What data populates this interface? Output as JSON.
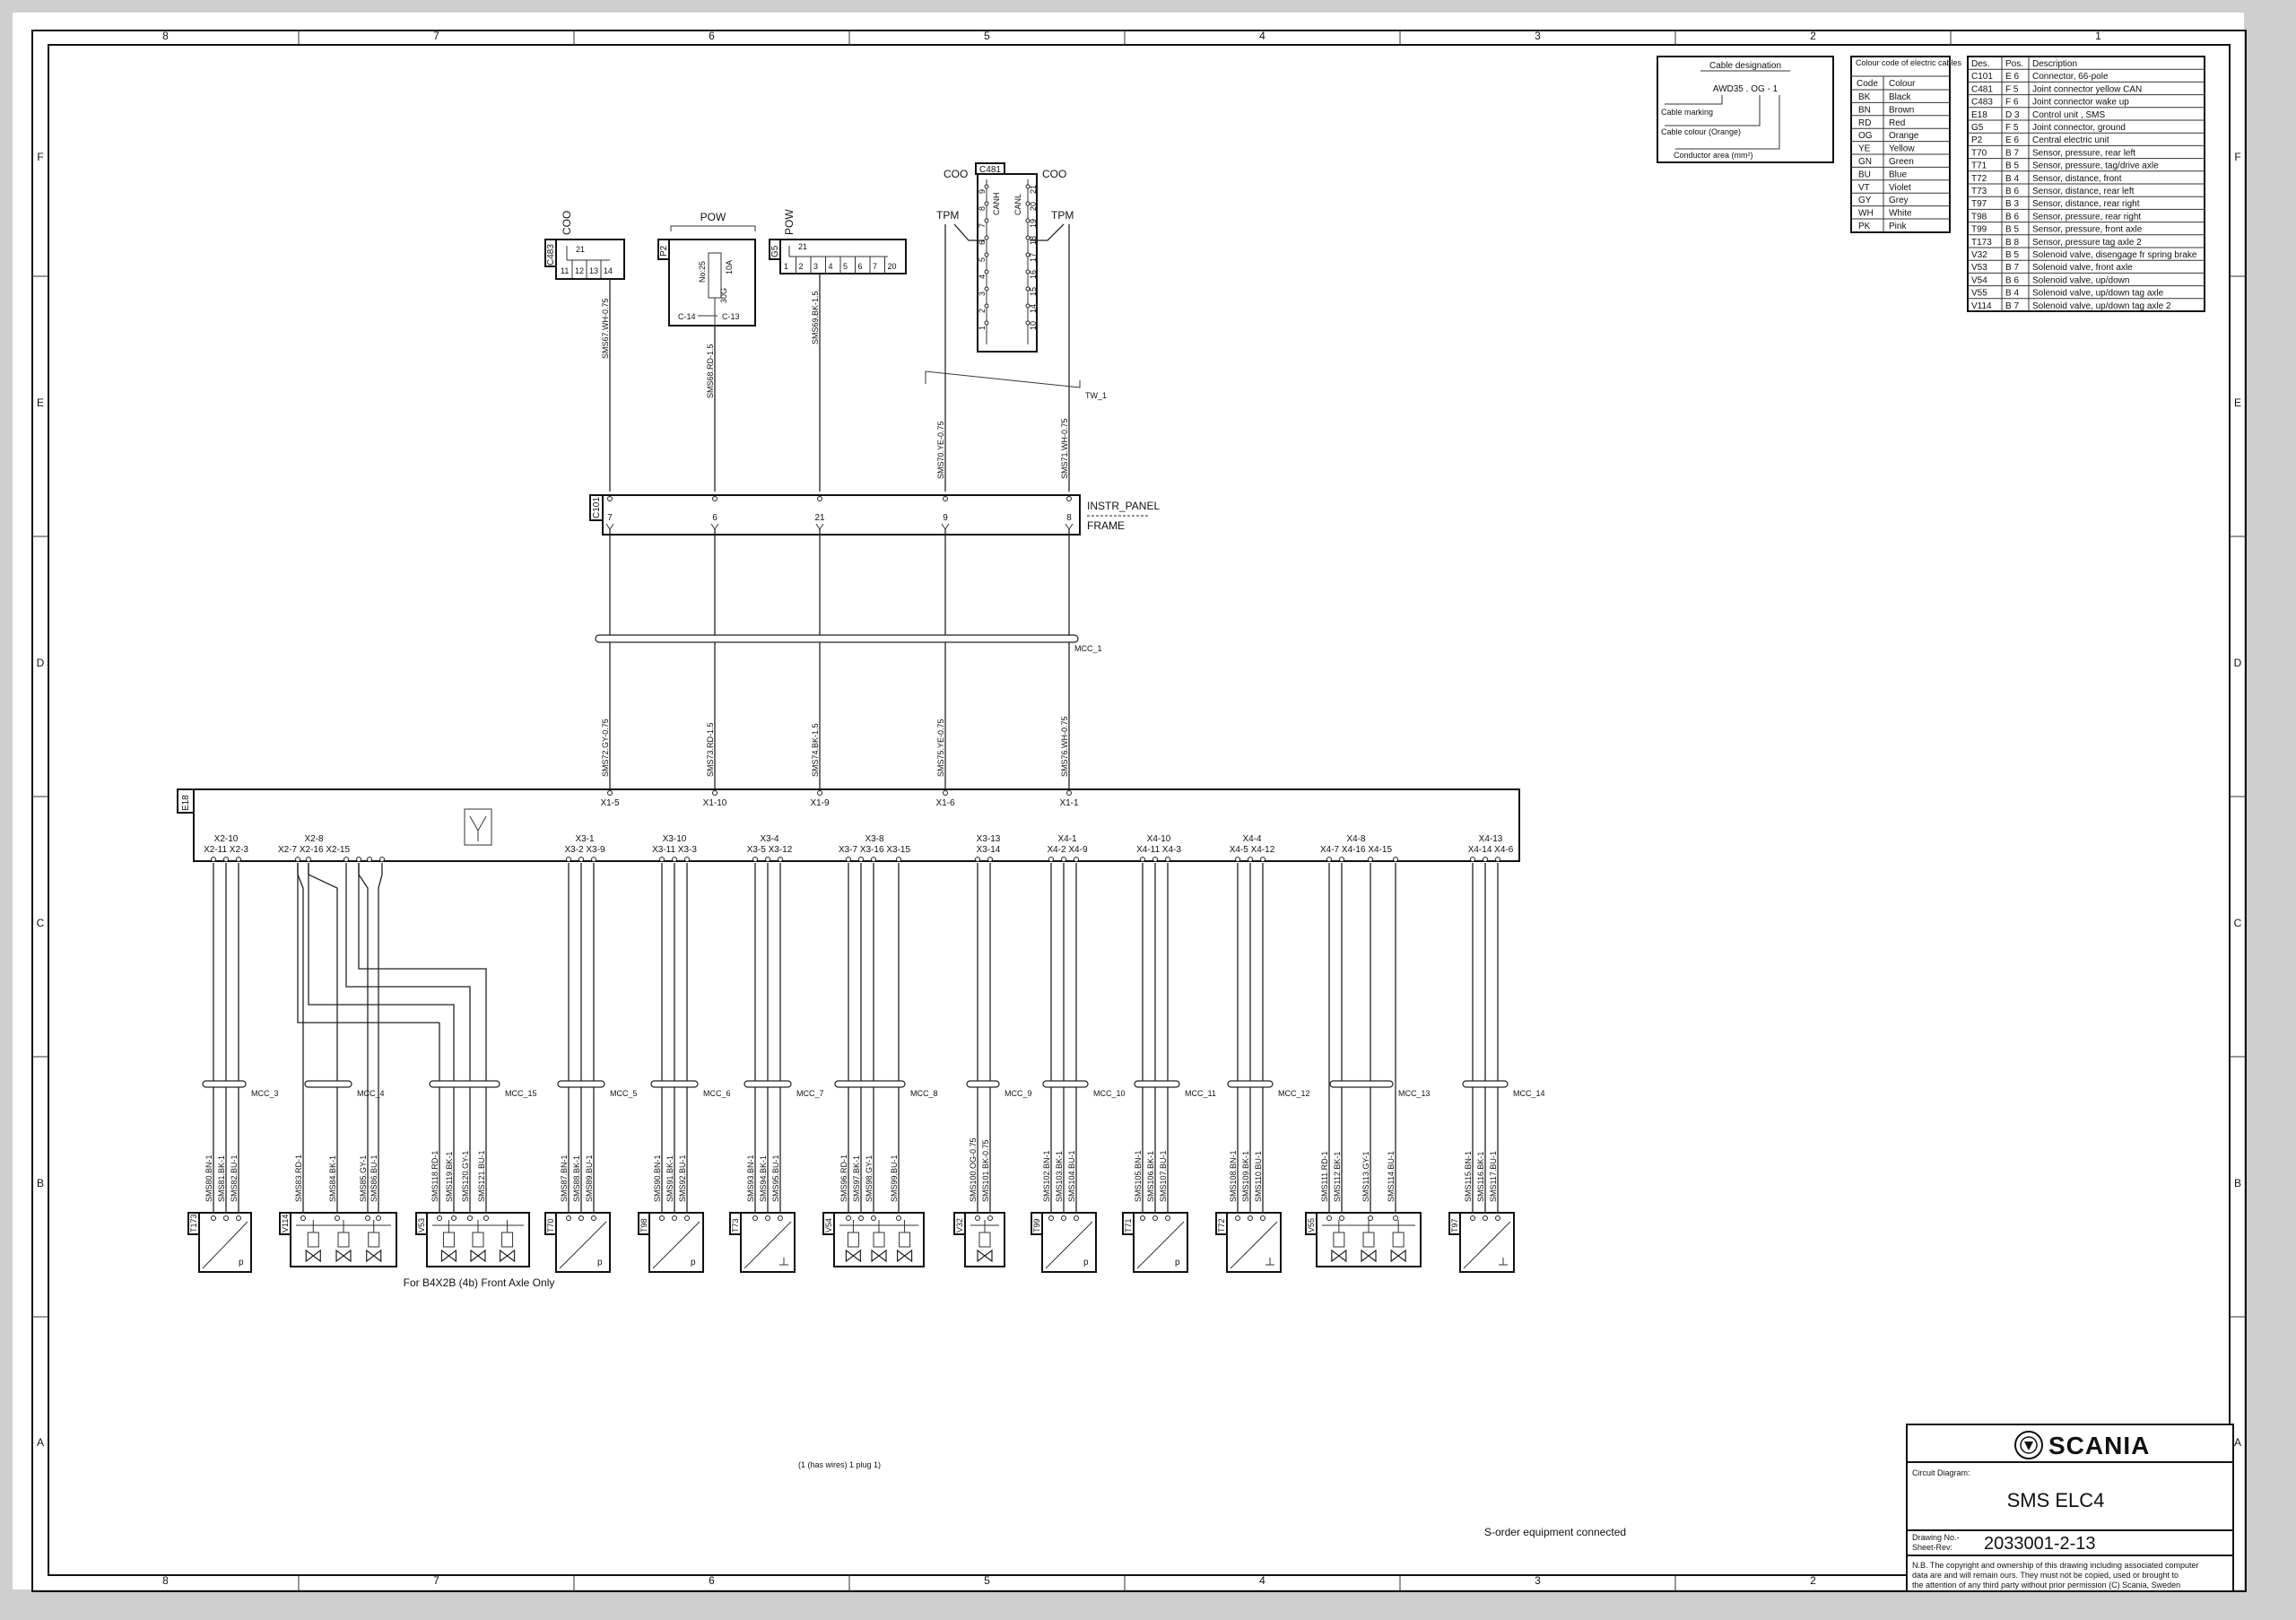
{
  "frame": {
    "columns": [
      "8",
      "7",
      "6",
      "5",
      "4",
      "3",
      "2",
      "1"
    ],
    "rows": [
      "F",
      "E",
      "D",
      "C",
      "B",
      "A"
    ]
  },
  "cable_designation": {
    "title": "Cable designation",
    "example": "AWD35 . OG  -  1",
    "marking": "Cable marking",
    "colour": "Cable colour (Orange)",
    "area": "Conductor area (mm²)"
  },
  "colour_code": {
    "title": "Colour code of electric cables",
    "head_code": "Code",
    "head_colour": "Colour",
    "rows": [
      [
        "BK",
        "Black"
      ],
      [
        "BN",
        "Brown"
      ],
      [
        "RD",
        "Red"
      ],
      [
        "OG",
        "Orange"
      ],
      [
        "YE",
        "Yellow"
      ],
      [
        "GN",
        "Green"
      ],
      [
        "BU",
        "Blue"
      ],
      [
        "VT",
        "Violet"
      ],
      [
        "GY",
        "Grey"
      ],
      [
        "WH",
        "White"
      ],
      [
        "PK",
        "Pink"
      ]
    ]
  },
  "component_list": {
    "headers": [
      "Des.",
      "Pos.",
      "Description"
    ],
    "rows": [
      [
        "C101",
        "E 6",
        "Connector, 66-pole"
      ],
      [
        "C481",
        "F 5",
        "Joint connector yellow CAN"
      ],
      [
        "C483",
        "F 6",
        "Joint connector wake up"
      ],
      [
        "E18",
        "D 3",
        "Control unit , SMS"
      ],
      [
        "G5",
        "F 5",
        "Joint connector, ground"
      ],
      [
        "P2",
        "E 6",
        "Central electric unit"
      ],
      [
        "T70",
        "B 7",
        "Sensor, pressure, rear left"
      ],
      [
        "T71",
        "B 5",
        "Sensor, pressure, tag/drive axle"
      ],
      [
        "T72",
        "B 4",
        "Sensor, distance, front"
      ],
      [
        "T73",
        "B 6",
        "Sensor, distance, rear left"
      ],
      [
        "T97",
        "B 3",
        "Sensor, distance, rear right"
      ],
      [
        "T98",
        "B 6",
        "Sensor, pressure, rear right"
      ],
      [
        "T99",
        "B 5",
        "Sensor, pressure, front axle"
      ],
      [
        "T173",
        "B 8",
        "Sensor, pressure tag axle 2"
      ],
      [
        "V32",
        "B 5",
        "Solenoid valve, disengage fr spring brake"
      ],
      [
        "V53",
        "B 7",
        "Solenoid valve, front axle"
      ],
      [
        "V54",
        "B 6",
        "Solenoid valve, up/down"
      ],
      [
        "V55",
        "B 4",
        "Solenoid valve, up/down tag axle"
      ],
      [
        "V114",
        "B 7",
        "Solenoid valve, up/down tag axle 2"
      ]
    ]
  },
  "top": {
    "c483": {
      "id": "C483",
      "group": "COO",
      "pins": [
        "11",
        "12",
        "13",
        "14"
      ],
      "top_pin": "21",
      "wire": "SMS67.WH-0.75"
    },
    "p2": {
      "id": "P2",
      "group": "POW",
      "fuse": "No:25",
      "rating": "10A",
      "code": "30G",
      "pin_left": "C-14",
      "pin_right": "C-13",
      "wire": "SMS68.RD-1.5"
    },
    "g5": {
      "id": "G5",
      "group": "POW",
      "pins": [
        "1",
        "2",
        "3",
        "4",
        "5",
        "6",
        "7",
        "20"
      ],
      "top_pin": "21",
      "wire": "SMS69.BK-1.5"
    },
    "c481": {
      "id": "C481",
      "left_group": "COO",
      "right_group": "COO",
      "canh": "CANH",
      "canl": "CANL",
      "tpm_left": "TPM",
      "tpm_right": "TPM",
      "left_pins": [
        "9",
        "8",
        "7",
        "6",
        "5",
        "4",
        "3",
        "2",
        "1"
      ],
      "right_pins": [
        "21",
        "20",
        "19",
        "18",
        "17",
        "16",
        "15",
        "14",
        "10"
      ],
      "wire_left": "SMS70.YE-0.75",
      "wire_right": "SMS71.WH-0.75",
      "twist": "TW_1"
    }
  },
  "c101": {
    "id": "C101",
    "pins": [
      "7",
      "6",
      "21",
      "9",
      "8"
    ],
    "label_top": "INSTR_PANEL",
    "label_bottom": "FRAME"
  },
  "mcc1": "MCC_1",
  "e18_wires": [
    "SMS72.GY-0.75",
    "SMS73.RD-1.5",
    "SMS74.BK-1.5",
    "SMS75.YE-0.75",
    "SMS76.WH-0.75"
  ],
  "e18": {
    "id": "E18",
    "x1": [
      "X1-5",
      "X1-10",
      "X1-9",
      "X1-6",
      "X1-1"
    ],
    "groups": [
      {
        "top": "X2-10",
        "pins": "X2-11  X2-3"
      },
      {
        "top": "X2-8",
        "pins": "X2-7      X2-16  X2-15"
      },
      {
        "top": "X3-1",
        "pins": "X3-2  X3-9"
      },
      {
        "top": "X3-10",
        "pins": "X3-11  X3-3"
      },
      {
        "top": "X3-4",
        "pins": "X3-5  X3-12"
      },
      {
        "top": "X3-8",
        "pins": "X3-7  X3-16  X3-15"
      },
      {
        "top": "X3-13",
        "pins": "X3-14"
      },
      {
        "top": "X4-1",
        "pins": "X4-2  X4-9"
      },
      {
        "top": "X4-10",
        "pins": "X4-11  X4-3"
      },
      {
        "top": "X4-4",
        "pins": "X4-5  X4-12"
      },
      {
        "top": "X4-8",
        "pins": "X4-7      X4-16  X4-15"
      },
      {
        "top": "X4-13",
        "pins": "X4-14  X4-6"
      }
    ]
  },
  "bottom": [
    {
      "mcc": "MCC_3",
      "id": "T173",
      "type": "sensor",
      "sym": "p",
      "wires": [
        "SMS80.BN-1",
        "SMS81.BK-1",
        "SMS82.BU-1"
      ]
    },
    {
      "mcc": "MCC_4",
      "id": "V114",
      "type": "valve3",
      "wires": [
        "SMS83.RD-1",
        "SMS84.BK-1",
        "SMS85.GY-1",
        "SMS86.BU-1"
      ]
    },
    {
      "mcc": "MCC_15",
      "id": "V53",
      "type": "valve3",
      "wires": [
        "SMS118.RD-1",
        "SMS119.BK-1",
        "SMS120.GY-1",
        "SMS121.BU-1"
      ]
    },
    {
      "mcc": "MCC_5",
      "id": "T70",
      "type": "sensor",
      "sym": "p",
      "wires": [
        "SMS87.BN-1",
        "SMS88.BK-1",
        "SMS89.BU-1"
      ]
    },
    {
      "mcc": "MCC_6",
      "id": "T98",
      "type": "sensor",
      "sym": "p",
      "wires": [
        "SMS90.BN-1",
        "SMS91.BK-1",
        "SMS92.BU-1"
      ]
    },
    {
      "mcc": "MCC_7",
      "id": "T73",
      "type": "sensor",
      "sym": "d",
      "wires": [
        "SMS93.BN-1",
        "SMS94.BK-1",
        "SMS95.BU-1"
      ]
    },
    {
      "mcc": "MCC_8",
      "id": "V54",
      "type": "valve3",
      "wires": [
        "SMS96.RD-1",
        "SMS97.BK-1",
        "SMS98.GY-1",
        "SMS99.BU-1"
      ]
    },
    {
      "mcc": "MCC_9",
      "id": "V32",
      "type": "valve1",
      "wires": [
        "SMS100.OG-0.75",
        "SMS101.BK-0.75"
      ]
    },
    {
      "mcc": "MCC_10",
      "id": "T99",
      "type": "sensor",
      "sym": "p",
      "wires": [
        "SMS102.BN-1",
        "SMS103.BK-1",
        "SMS104.BU-1"
      ]
    },
    {
      "mcc": "MCC_11",
      "id": "T71",
      "type": "sensor",
      "sym": "p",
      "wires": [
        "SMS105.BN-1",
        "SMS106.BK-1",
        "SMS107.BU-1"
      ]
    },
    {
      "mcc": "MCC_12",
      "id": "T72",
      "type": "sensor",
      "sym": "d",
      "wires": [
        "SMS108.BN-1",
        "SMS109.BK-1",
        "SMS110.BU-1"
      ]
    },
    {
      "mcc": "MCC_13",
      "id": "V55",
      "type": "valve3",
      "wires": [
        "SMS111.RD-1",
        "SMS112.BK-1",
        "SMS113.GY-1",
        "SMS114.BU-1"
      ]
    },
    {
      "mcc": "MCC_14",
      "id": "T97",
      "type": "sensor",
      "sym": "d",
      "wires": [
        "SMS115.BN-1",
        "SMS116.BK-1",
        "SMS117.BU-1"
      ]
    }
  ],
  "front_axle_note": "For B4X2B (4b) Front Axle Only",
  "wires_note": "(1 (has wires) 1 plug 1)",
  "s_order_note": "S-order equipment connected",
  "title_block": {
    "brand": "SCANIA",
    "circuit_label": "Circuit Diagram:",
    "title": "SMS ELC4",
    "drawing_label": "Drawing No.-",
    "sheet_label": "Sheet-Rev:",
    "drawing_no": "2033001-2-13",
    "notice1": "N.B. The copyright and ownership of this drawing including associated computer",
    "notice2": "data are and will remain ours. They must not be copied, used or brought to",
    "notice3": "the attention of any third party without prior permission (C) Scania, Sweden"
  }
}
